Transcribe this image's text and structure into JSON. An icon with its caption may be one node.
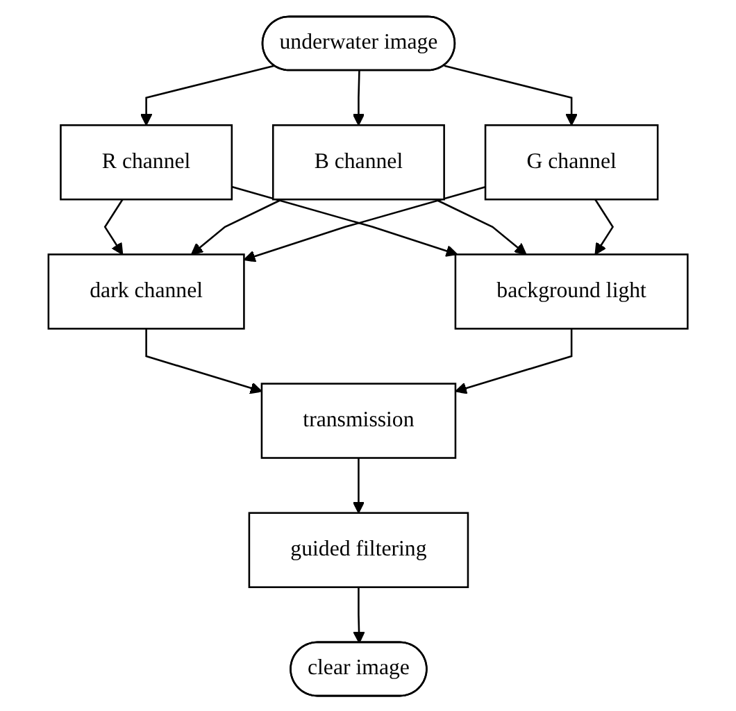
{
  "diagram": {
    "nodes": [
      {
        "text": [
          "underwater image"
        ]
      },
      {
        "text": [
          "R channel"
        ]
      },
      {
        "text": [
          "B channel"
        ]
      },
      {
        "text": [
          "G channel"
        ]
      },
      {
        "text": [
          "dark channel"
        ]
      },
      {
        "text": [
          "background light"
        ]
      },
      {
        "text": [
          "transmission"
        ]
      },
      {
        "text": [
          "guided filtering"
        ]
      },
      {
        "text": [
          "clear image"
        ]
      }
    ],
    "edges": [
      {
        "from": 0,
        "to": 1,
        "arrow": "to"
      },
      {
        "from": 0,
        "to": 2,
        "arrow": "to"
      },
      {
        "from": 0,
        "to": 3,
        "arrow": "to"
      },
      {
        "from": 1,
        "to": 4,
        "arrow": "to"
      },
      {
        "from": 1,
        "to": 5,
        "arrow": "to"
      },
      {
        "from": 2,
        "to": 4,
        "arrow": "to"
      },
      {
        "from": 2,
        "to": 5,
        "arrow": "to"
      },
      {
        "from": 3,
        "to": 4,
        "arrow": "to"
      },
      {
        "from": 3,
        "to": 5,
        "arrow": "to"
      },
      {
        "from": 4,
        "to": 6,
        "arrow": "to"
      },
      {
        "from": 5,
        "to": 6,
        "arrow": "to"
      },
      {
        "from": 6,
        "to": 7,
        "arrow": "to"
      },
      {
        "from": 7,
        "to": 8,
        "arrow": "to"
      }
    ]
  }
}
